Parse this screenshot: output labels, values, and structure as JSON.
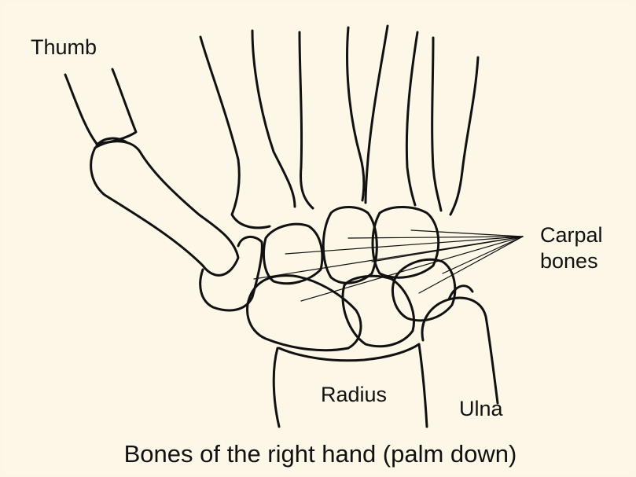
{
  "colors": {
    "background": "#fcf7e7",
    "line": "#111111"
  },
  "labels": {
    "thumb": "Thumb",
    "carpal_line1": "Carpal",
    "carpal_line2": "bones",
    "radius": "Radius",
    "ulna": "Ulna"
  },
  "caption": "Bones of the right hand (palm down)"
}
